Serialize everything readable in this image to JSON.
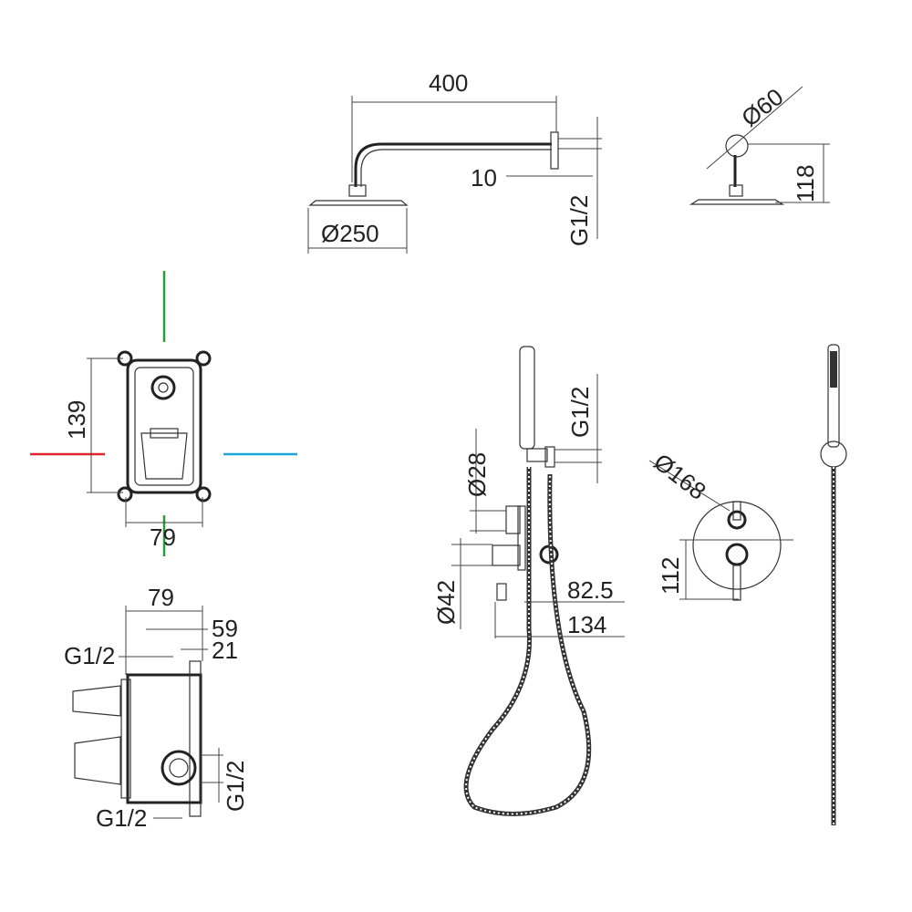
{
  "colors": {
    "hot": "#e0262b",
    "cold": "#1aa6d9",
    "axis": "#2e9b3a",
    "line": "#333333"
  },
  "shower_arm": {
    "length": "400",
    "wall_offset": "10",
    "thread": "G1/2",
    "head_diameter": "Ø250"
  },
  "shower_side": {
    "flange_diameter": "Ø60",
    "height": "118"
  },
  "box_front": {
    "height": "139",
    "width": "79"
  },
  "box_side": {
    "width": "79",
    "depth": "59",
    "flange": "21",
    "thread_top": "G1/2",
    "thread_side": "G1/2",
    "thread_bottom": "G1/2"
  },
  "hand_shower": {
    "thread": "G1/2",
    "knob_diameter": "Ø28",
    "body_diameter": "Ø42",
    "depth_1": "82.5",
    "depth_2": "134"
  },
  "plate": {
    "diameter": "Ø168",
    "spacing": "112"
  }
}
